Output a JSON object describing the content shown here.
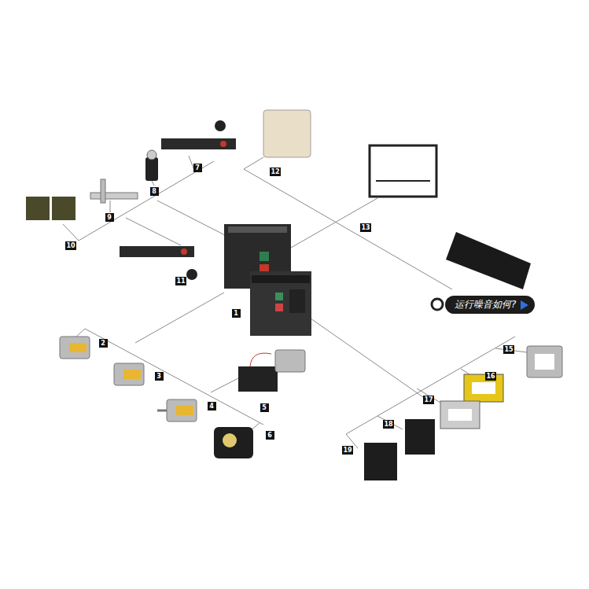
{
  "diagram": {
    "nodes": [
      {
        "text": [
          "运行噪音如何?"
        ]
      }
    ],
    "labels": [
      "1",
      "2",
      "3",
      "4",
      "5",
      "6",
      "7",
      "8",
      "9",
      "10",
      "11",
      "12",
      "13",
      "15",
      "16",
      "17",
      "18",
      "19"
    ]
  }
}
